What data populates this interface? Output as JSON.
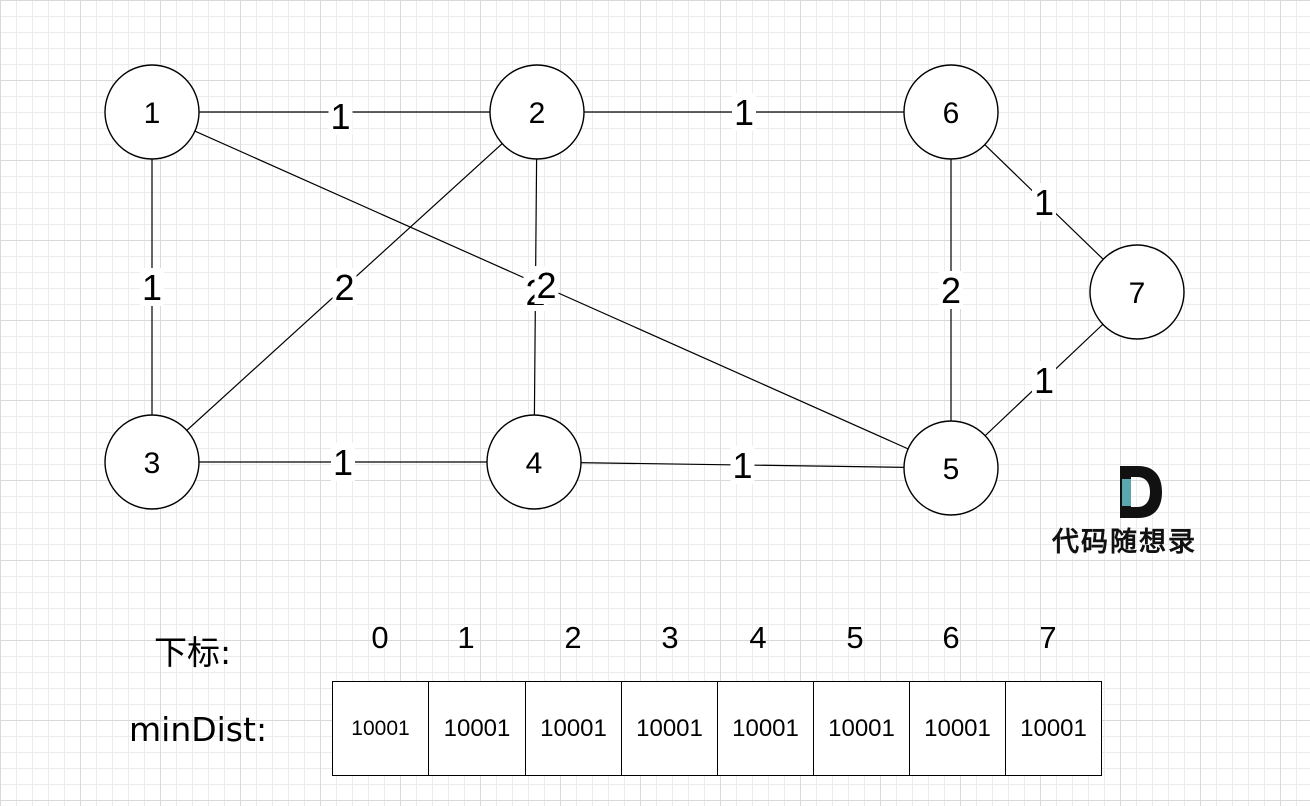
{
  "graph": {
    "nodes": [
      {
        "id": "1",
        "label": "1"
      },
      {
        "id": "2",
        "label": "2"
      },
      {
        "id": "3",
        "label": "3"
      },
      {
        "id": "4",
        "label": "4"
      },
      {
        "id": "5",
        "label": "5"
      },
      {
        "id": "6",
        "label": "6"
      },
      {
        "id": "7",
        "label": "7"
      }
    ],
    "edges": [
      {
        "from": "1",
        "to": "2",
        "weight": "1"
      },
      {
        "from": "2",
        "to": "6",
        "weight": "1"
      },
      {
        "from": "6",
        "to": "7",
        "weight": "1"
      },
      {
        "from": "1",
        "to": "3",
        "weight": "1"
      },
      {
        "from": "2",
        "to": "3",
        "weight": "2"
      },
      {
        "from": "2",
        "to": "4",
        "weight": "2"
      },
      {
        "from": "1",
        "to": "5",
        "weight": "2"
      },
      {
        "from": "6",
        "to": "5",
        "weight": "2"
      },
      {
        "from": "7",
        "to": "5",
        "weight": "1"
      },
      {
        "from": "3",
        "to": "4",
        "weight": "1"
      },
      {
        "from": "4",
        "to": "5",
        "weight": "1"
      }
    ]
  },
  "logo": {
    "text": "代码随想录",
    "accent": "#5aa7b0"
  },
  "array": {
    "index_label": "下标:",
    "min_label": "minDist:",
    "indices": [
      "0",
      "1",
      "2",
      "3",
      "4",
      "5",
      "6",
      "7"
    ],
    "values": [
      "10001",
      "10001",
      "10001",
      "10001",
      "10001",
      "10001",
      "10001",
      "10001"
    ]
  }
}
